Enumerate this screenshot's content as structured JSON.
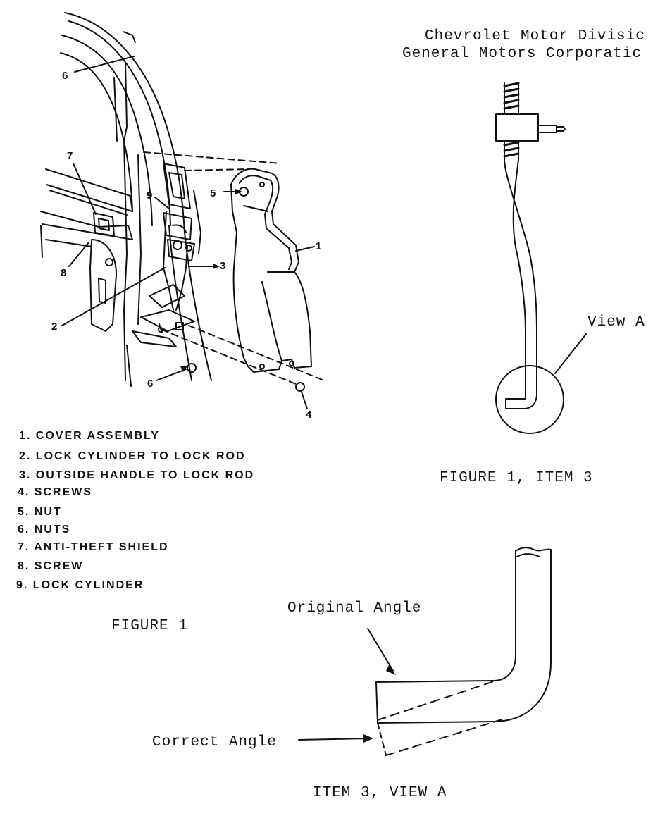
{
  "header": {
    "line1": "Chevrolet Motor Divisic",
    "line2": "General Motors Corporatic"
  },
  "figure1": {
    "caption": "FIGURE 1",
    "callouts": [
      "6",
      "7",
      "9",
      "5",
      "1",
      "3",
      "8",
      "2",
      "6",
      "4"
    ],
    "legend": [
      {
        "num": "1.",
        "text": "COVER ASSEMBLY"
      },
      {
        "num": "2.",
        "text": "LOCK CYLINDER TO LOCK ROD"
      },
      {
        "num": "3.",
        "text": "OUTSIDE HANDLE TO LOCK ROD"
      },
      {
        "num": "4.",
        "text": "SCREWS"
      },
      {
        "num": "5.",
        "text": "NUT"
      },
      {
        "num": "6.",
        "text": "NUTS"
      },
      {
        "num": "7.",
        "text": "ANTI-THEFT SHIELD"
      },
      {
        "num": "8.",
        "text": "SCREW"
      },
      {
        "num": "9.",
        "text": "LOCK CYLINDER"
      }
    ]
  },
  "figure_item3": {
    "view_label": "View A",
    "caption": "FIGURE 1, ITEM 3"
  },
  "view_a": {
    "original_label": "Original Angle",
    "correct_label": "Correct Angle",
    "caption": "ITEM 3, VIEW A"
  },
  "colors": {
    "ink": "#111111",
    "paper": "#ffffff"
  }
}
